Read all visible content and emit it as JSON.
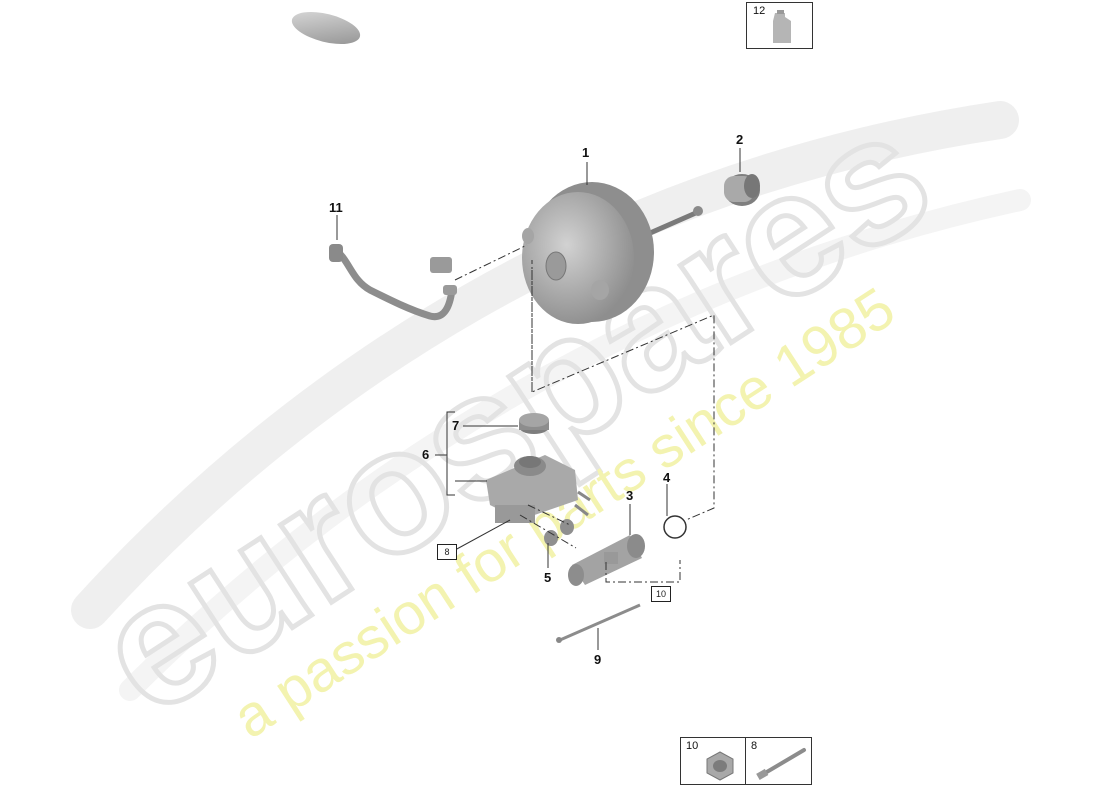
{
  "watermark": {
    "brand": "eurospares",
    "tagline": "a passion for parts since 1985",
    "brand_color": "#e6e6e6",
    "tagline_color": "#f3f3b0"
  },
  "callouts": [
    {
      "id": "1",
      "label": "1"
    },
    {
      "id": "2",
      "label": "2"
    },
    {
      "id": "3",
      "label": "3"
    },
    {
      "id": "4",
      "label": "4"
    },
    {
      "id": "5",
      "label": "5"
    },
    {
      "id": "6",
      "label": "6"
    },
    {
      "id": "7",
      "label": "7"
    },
    {
      "id": "9",
      "label": "9"
    },
    {
      "id": "11",
      "label": "11"
    }
  ],
  "boxed_refs": [
    {
      "id": "8",
      "label": "8"
    },
    {
      "id": "10",
      "label": "10"
    }
  ],
  "legend_top": {
    "label": "12"
  },
  "legend_bottom": [
    {
      "label": "10"
    },
    {
      "label": "8"
    }
  ],
  "colors": {
    "part_fill": "#b9b9b9",
    "part_dark": "#8a8a8a",
    "line": "#333333"
  }
}
